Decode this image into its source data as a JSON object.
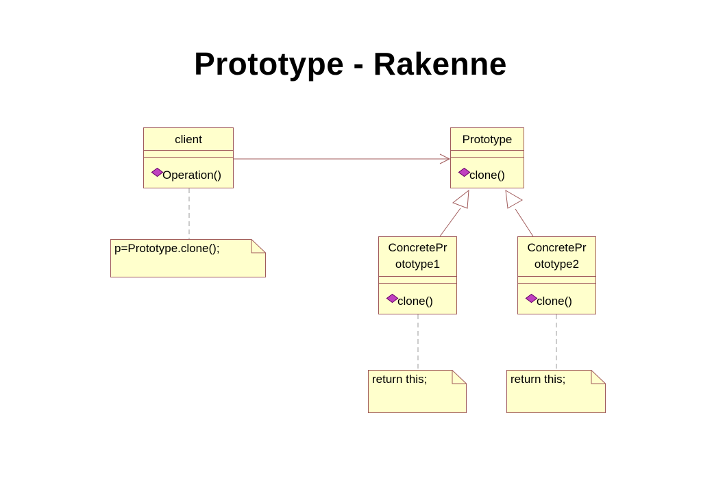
{
  "title": "Prototype - Rakenne",
  "classes": {
    "client": {
      "name": "client",
      "operation": "Operation()"
    },
    "prototype": {
      "name": "Prototype",
      "operation": "clone()"
    },
    "concrete1": {
      "name_line1": "ConcretePr",
      "name_line2": "ototype1",
      "operation": "clone()"
    },
    "concrete2": {
      "name_line1": "ConcretePr",
      "name_line2": "ototype2",
      "operation": "clone()"
    }
  },
  "notes": {
    "client_note": "p=Prototype.clone();",
    "concrete1_note": "return this;",
    "concrete2_note": "return this;"
  },
  "colors": {
    "class_fill": "#ffffcc",
    "class_border": "#a05a5a",
    "connector": "#a05a5a",
    "operation_icon": "#c040c0"
  }
}
